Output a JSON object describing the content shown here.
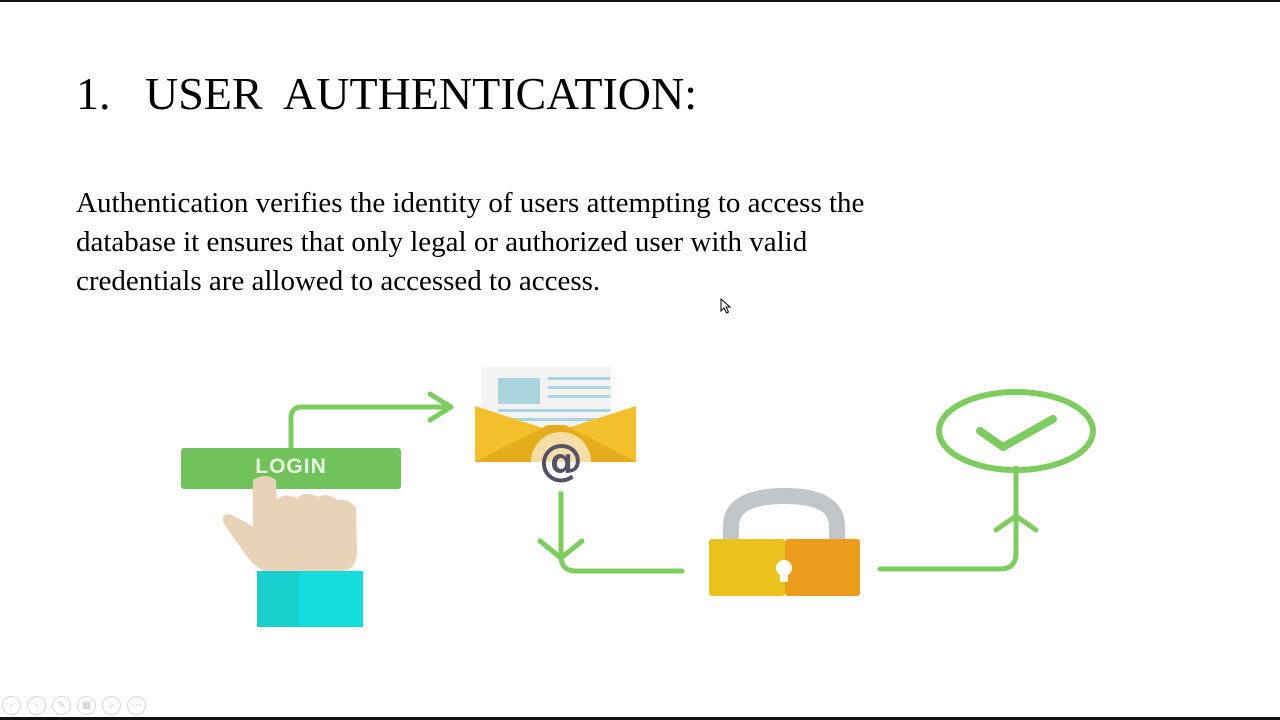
{
  "slide": {
    "title": "1.   USER  AUTHENTICATION:",
    "body_lines": [
      "Authentication verifies the identity of users attempting to access the",
      "database it ensures that only legal or authorized user with valid",
      "credentials are allowed to accessed to access."
    ]
  },
  "diagram": {
    "login_label": "LOGIN",
    "email_symbol": "@",
    "icons": [
      "hand-icon",
      "email-icon",
      "lock-icon",
      "checkmark-icon"
    ],
    "colors": {
      "flow_green": "#7ccd5e",
      "login_green": "#6fc35a",
      "envelope_yellow": "#f2c02b",
      "lock_yellow": "#e9c21e",
      "lock_orange": "#eb9c1b",
      "sleeve_teal": "#19d0cf",
      "hand_beige": "#e8d3b8"
    }
  },
  "controls": {
    "nav_buttons": [
      {
        "name": "prev-slide-button",
        "icon": "chevron-left-icon",
        "glyph": "‹"
      },
      {
        "name": "next-slide-button",
        "icon": "chevron-right-icon",
        "glyph": "›"
      },
      {
        "name": "pen-tool-button",
        "icon": "pen-icon",
        "glyph": "✎"
      },
      {
        "name": "see-all-slides-button",
        "icon": "grid-icon",
        "glyph": "▦"
      },
      {
        "name": "zoom-button",
        "icon": "magnifier-icon",
        "glyph": "⌕"
      },
      {
        "name": "more-options-button",
        "icon": "ellipsis-icon",
        "glyph": "⋯"
      }
    ]
  }
}
